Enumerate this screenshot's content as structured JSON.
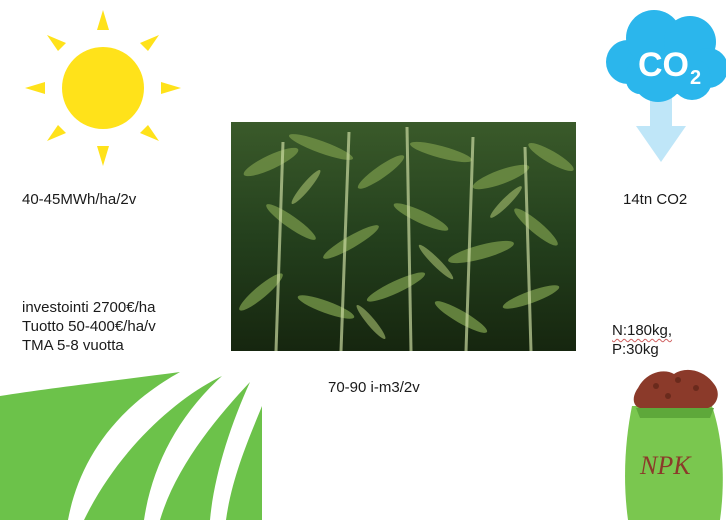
{
  "sun": {
    "icon": "sun-icon",
    "label": "40-45MWh/ha/2v",
    "color": "#ffe21a"
  },
  "co2": {
    "icon": "co2-cloud-icon",
    "cloud_text": "CO",
    "cloud_sub": "2",
    "label": "14tn CO2",
    "cloud_color": "#2bb6ec",
    "arrow_color": "#bfe6f8"
  },
  "photo": {
    "icon": "willow-plantation-photo"
  },
  "economics": {
    "lines": [
      "investointi 2700€/ha",
      "Tuotto 50-400€/ha/v",
      "TMA 5-8 vuotta"
    ]
  },
  "yield": {
    "label": "70-90 i-m3/2v"
  },
  "nutrients": {
    "lines": [
      "N:180kg,",
      "P:30kg"
    ],
    "sack_text": "NPK",
    "sack_color": "#7ac74f",
    "soil_color": "#8b3a2a"
  },
  "field": {
    "icon": "field-rows-icon",
    "color": "#6cc24a"
  }
}
